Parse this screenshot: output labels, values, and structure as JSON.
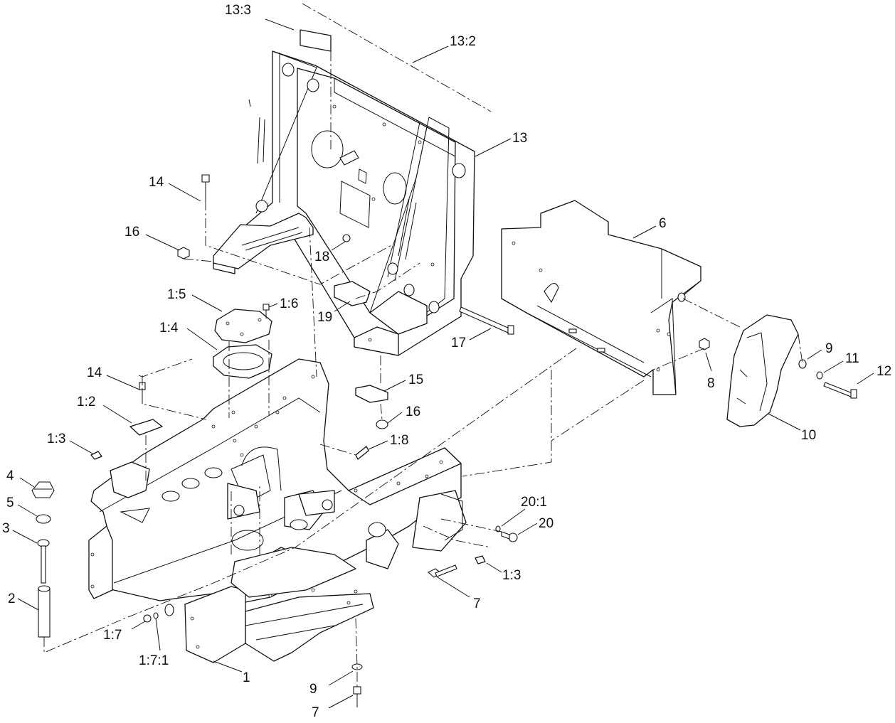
{
  "callouts": [
    {
      "id": "c-13-3",
      "text": "13:3"
    },
    {
      "id": "c-13-2",
      "text": "13:2"
    },
    {
      "id": "c-13",
      "text": "13"
    },
    {
      "id": "c-14a",
      "text": "14"
    },
    {
      "id": "c-16a",
      "text": "16"
    },
    {
      "id": "c-18",
      "text": "18"
    },
    {
      "id": "c-6",
      "text": "6"
    },
    {
      "id": "c-1-5",
      "text": "1:5"
    },
    {
      "id": "c-1-6",
      "text": "1:6"
    },
    {
      "id": "c-1-4",
      "text": "1:4"
    },
    {
      "id": "c-19",
      "text": "19"
    },
    {
      "id": "c-17",
      "text": "17"
    },
    {
      "id": "c-9a",
      "text": "9"
    },
    {
      "id": "c-11",
      "text": "11"
    },
    {
      "id": "c-12",
      "text": "12"
    },
    {
      "id": "c-8",
      "text": "8"
    },
    {
      "id": "c-14b",
      "text": "14"
    },
    {
      "id": "c-15",
      "text": "15"
    },
    {
      "id": "c-1-2",
      "text": "1:2"
    },
    {
      "id": "c-16b",
      "text": "16"
    },
    {
      "id": "c-10",
      "text": "10"
    },
    {
      "id": "c-1-3a",
      "text": "1:3"
    },
    {
      "id": "c-1-8",
      "text": "1:8"
    },
    {
      "id": "c-4",
      "text": "4"
    },
    {
      "id": "c-5",
      "text": "5"
    },
    {
      "id": "c-3",
      "text": "3"
    },
    {
      "id": "c-20-1",
      "text": "20:1"
    },
    {
      "id": "c-20",
      "text": "20"
    },
    {
      "id": "c-1-3b",
      "text": "1:3"
    },
    {
      "id": "c-2",
      "text": "2"
    },
    {
      "id": "c-7a",
      "text": "7"
    },
    {
      "id": "c-1-7",
      "text": "1:7"
    },
    {
      "id": "c-1-7-1",
      "text": "1:7:1"
    },
    {
      "id": "c-1",
      "text": "1"
    },
    {
      "id": "c-9b",
      "text": "9"
    },
    {
      "id": "c-7b",
      "text": "7"
    }
  ]
}
